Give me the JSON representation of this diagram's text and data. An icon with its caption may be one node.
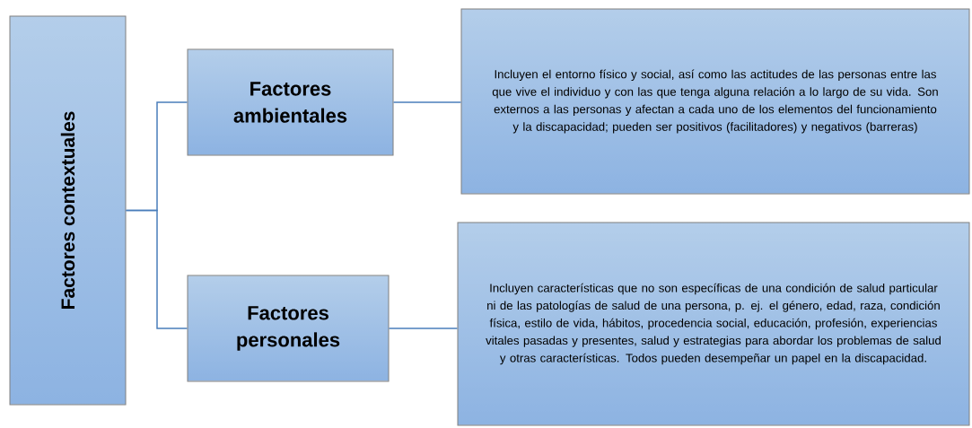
{
  "diagram": {
    "nodes": [
      {
        "text": [
          "Factores contextuales"
        ]
      },
      {
        "text": [
          "Factores ambientales"
        ]
      },
      {
        "text": [
          "Factores personales"
        ]
      },
      {
        "text": [
          "Incluyen el entorno físico y social, así como las actitudes de las personas entre las que vive el individuo y con las que tenga alguna relación a lo largo de su vida. Son externos a las personas y afectan a cada uno de los elementos del funcionamiento y la discapacidad; pueden ser positivos (facilitadores) y negativos (barreras)"
        ]
      },
      {
        "text": [
          "Incluyen características que no son específicas de una condición de salud particular ni de las patologías de salud de una persona, p. ej. el género, edad, raza, condición física, estilo de vida, hábitos, procedencia social, educación, profesión, experiencias vitales pasadas y presentes, salud y estrategias para abordar los problemas de salud y otras características. Todos pueden desempeñar un papel en la discapacidad."
        ]
      }
    ],
    "edges": [
      {
        "from": 0,
        "to": 1,
        "arrow": "none"
      },
      {
        "from": 0,
        "to": 2,
        "arrow": "none"
      },
      {
        "from": 1,
        "to": 3,
        "arrow": "none"
      },
      {
        "from": 2,
        "to": 4,
        "arrow": "none"
      }
    ]
  }
}
